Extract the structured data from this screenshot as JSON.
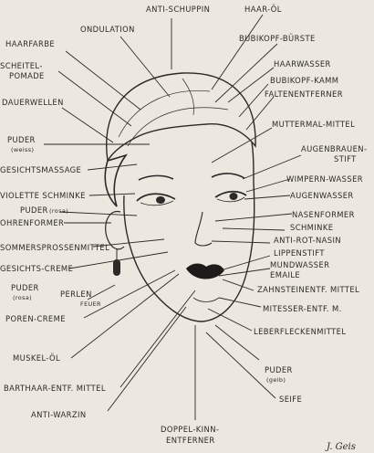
{
  "labels": {
    "anti_schuppin": "ANTI-SCHUPPIN",
    "haar_oel": "HAAR-ÖL",
    "ondulation": "ONDULATION",
    "bubikopf_buerste": "BUBIKOPF-BÜRSTE",
    "haarfarbe": "HAARFARBE",
    "scheitel": "SCHEITEL-",
    "pomade": "POMADE",
    "haarwasser": "HAARWASSER",
    "bubikopf_kamm": "BUBIKOPF-KAMM",
    "faltenentferner": "FALTENENTFERNER",
    "dauerwellen": "DAUERWELLEN",
    "muttermal_mittel": "MUTTERMAL-MITTEL",
    "puder_weiss": "PUDER",
    "weiss": "(weiss)",
    "augenbrauen": "AUGENBRAUEN-",
    "stift": "STIFT",
    "gesichtsmassage": "GESICHTSMASSAGE",
    "wimpern_wasser": "WIMPERN-WASSER",
    "violette_schminke": "VIOLETTE SCHMINKE",
    "augenwasser": "AUGENWASSER",
    "puder_rosa": "PUDER",
    "rosa_small": "(rosa)",
    "nasenformer": "NASENFORMER",
    "ohrenformer": "OHRENFORMER",
    "schminke": "SCHMINKE",
    "anti_rot_nasin": "ANTI-ROT-NASIN",
    "sommersprossen": "SOMMERSPROSSENMITTEL",
    "lippenstift": "LIPPENSTIFT",
    "gesichts_creme": "GESICHTS-CREME",
    "mundwasser": "MUNDWASSER",
    "emaile": "EMAILE",
    "zahnsteinentf": "ZAHNSTEINENTF. MITTEL",
    "puder_rosa2": "PUDER",
    "rosa2": "(rosa)",
    "perlen": "PERLEN",
    "feuer": "FEUER",
    "poren_creme": "POREN-CREME",
    "mitesser": "MITESSER-ENTF. M.",
    "leberflecken": "LEBERFLECKENMITTEL",
    "muskel_oel": "MUSKEL-ÖL",
    "puder_gelb": "PUDER",
    "gelb": "(gelb)",
    "barthaar": "BARTHAAR-ENTF. MITTEL",
    "seife": "SEIFE",
    "anti_warzin": "ANTI-WARZIN",
    "doppel_kinn": "DOPPEL-KINN-",
    "entferner": "ENTFERNER",
    "signature": "J. Geis"
  }
}
